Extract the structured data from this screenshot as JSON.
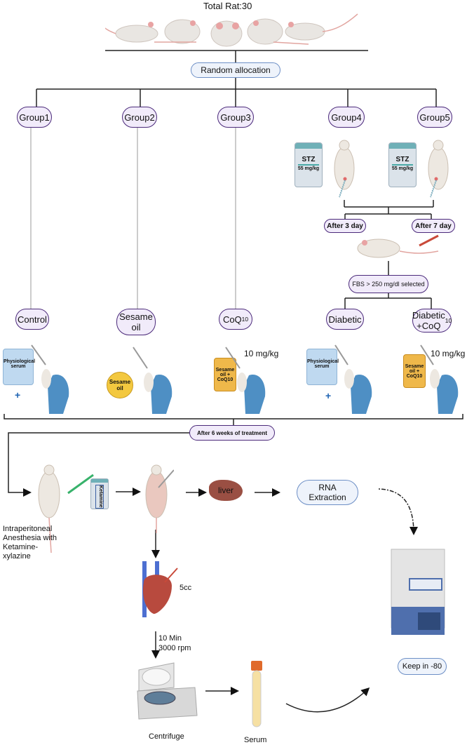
{
  "title": "Total Rat:30",
  "allocation": "Random allocation",
  "groups": [
    {
      "label": "Group1",
      "treatment": "Control",
      "vehicle": "Physiological serum"
    },
    {
      "label": "Group2",
      "treatment": "Sesame oil",
      "vehicle": "Sesame oil"
    },
    {
      "label": "Group3",
      "treatment": "CoQ10",
      "vehicle": "Sesame oil + CoQ10",
      "dose": "10 mg/kg"
    },
    {
      "label": "Group4",
      "treatment": "Diabetic",
      "vehicle": "Physiological serum"
    },
    {
      "label": "Group5",
      "treatment": "Diabetic +CoQ10",
      "vehicle": "Sesame oil + CoQ10",
      "dose": "10 mg/kg"
    }
  ],
  "stz": {
    "label": "STZ",
    "dose": "55 mg/kg"
  },
  "after3": "After 3 day",
  "after7": "After 7 day",
  "fbs": "FBS > 250 mg/dl selected",
  "treatment_duration": "After 6 weeks of treatment",
  "anesthesia": "Intraperitoneal Anesthesia with Ketamine-xylazine",
  "ketamine": "Ketamine",
  "liver": "liver",
  "rna": "RNA Extraction",
  "blood_volume": "5cc",
  "centrifuge_params": [
    "10 Min",
    "3000 rpm"
  ],
  "centrifuge": "Centrifuge",
  "serum": "Serum",
  "storage": "Keep in -80",
  "colors": {
    "pill_border": "#4b2a7a",
    "pill_fill": "#f1ebfa",
    "blue_pill_border": "#6d8fc6",
    "blue_pill_fill": "#eef3fb"
  }
}
